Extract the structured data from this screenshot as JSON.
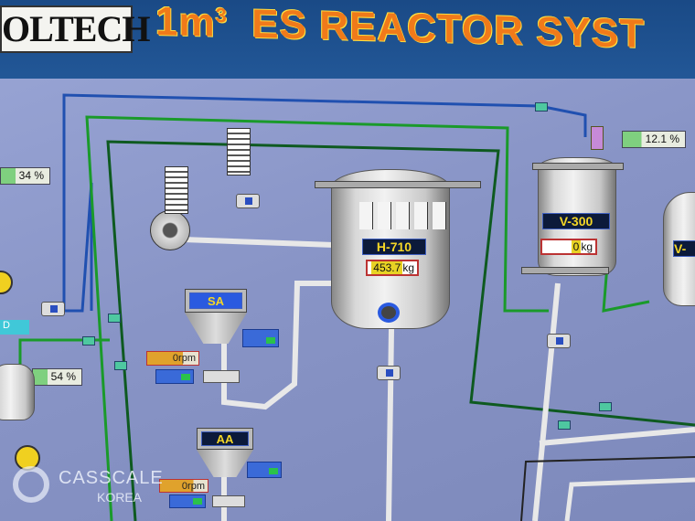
{
  "header": {
    "logo_text": "OLTECH",
    "title_prefix": "1m",
    "title_sup": "3",
    "title_main": "ES  REACTOR SYST"
  },
  "indicators": {
    "left_top_level": "34 %",
    "left_mid_level": "54 %",
    "right_top_level": "12.1 %"
  },
  "reactor_h710": {
    "tag": "H-710",
    "weight_value": "453.7",
    "weight_unit": "kg"
  },
  "vessel_v300": {
    "tag": "V-300",
    "weight_value": "0",
    "weight_unit": "kg"
  },
  "vessel_partial": {
    "tag": "V-"
  },
  "hopper_sa": {
    "tag": "SA",
    "speed_value": "0",
    "speed_unit": "rpm"
  },
  "hopper_aa": {
    "tag": "AA",
    "speed_value": "0",
    "speed_unit": "rpm"
  },
  "left_tag": "D",
  "watermark": {
    "line1": "CASSCALE",
    "line2": "KOREA"
  },
  "colors": {
    "header": "#1f5090",
    "title": "#f07a1a",
    "background": "#8e9bcb",
    "pipe_green": "#1a8a2a",
    "pipe_blue": "#2050b0",
    "pipe_white": "#e8e8e8"
  }
}
